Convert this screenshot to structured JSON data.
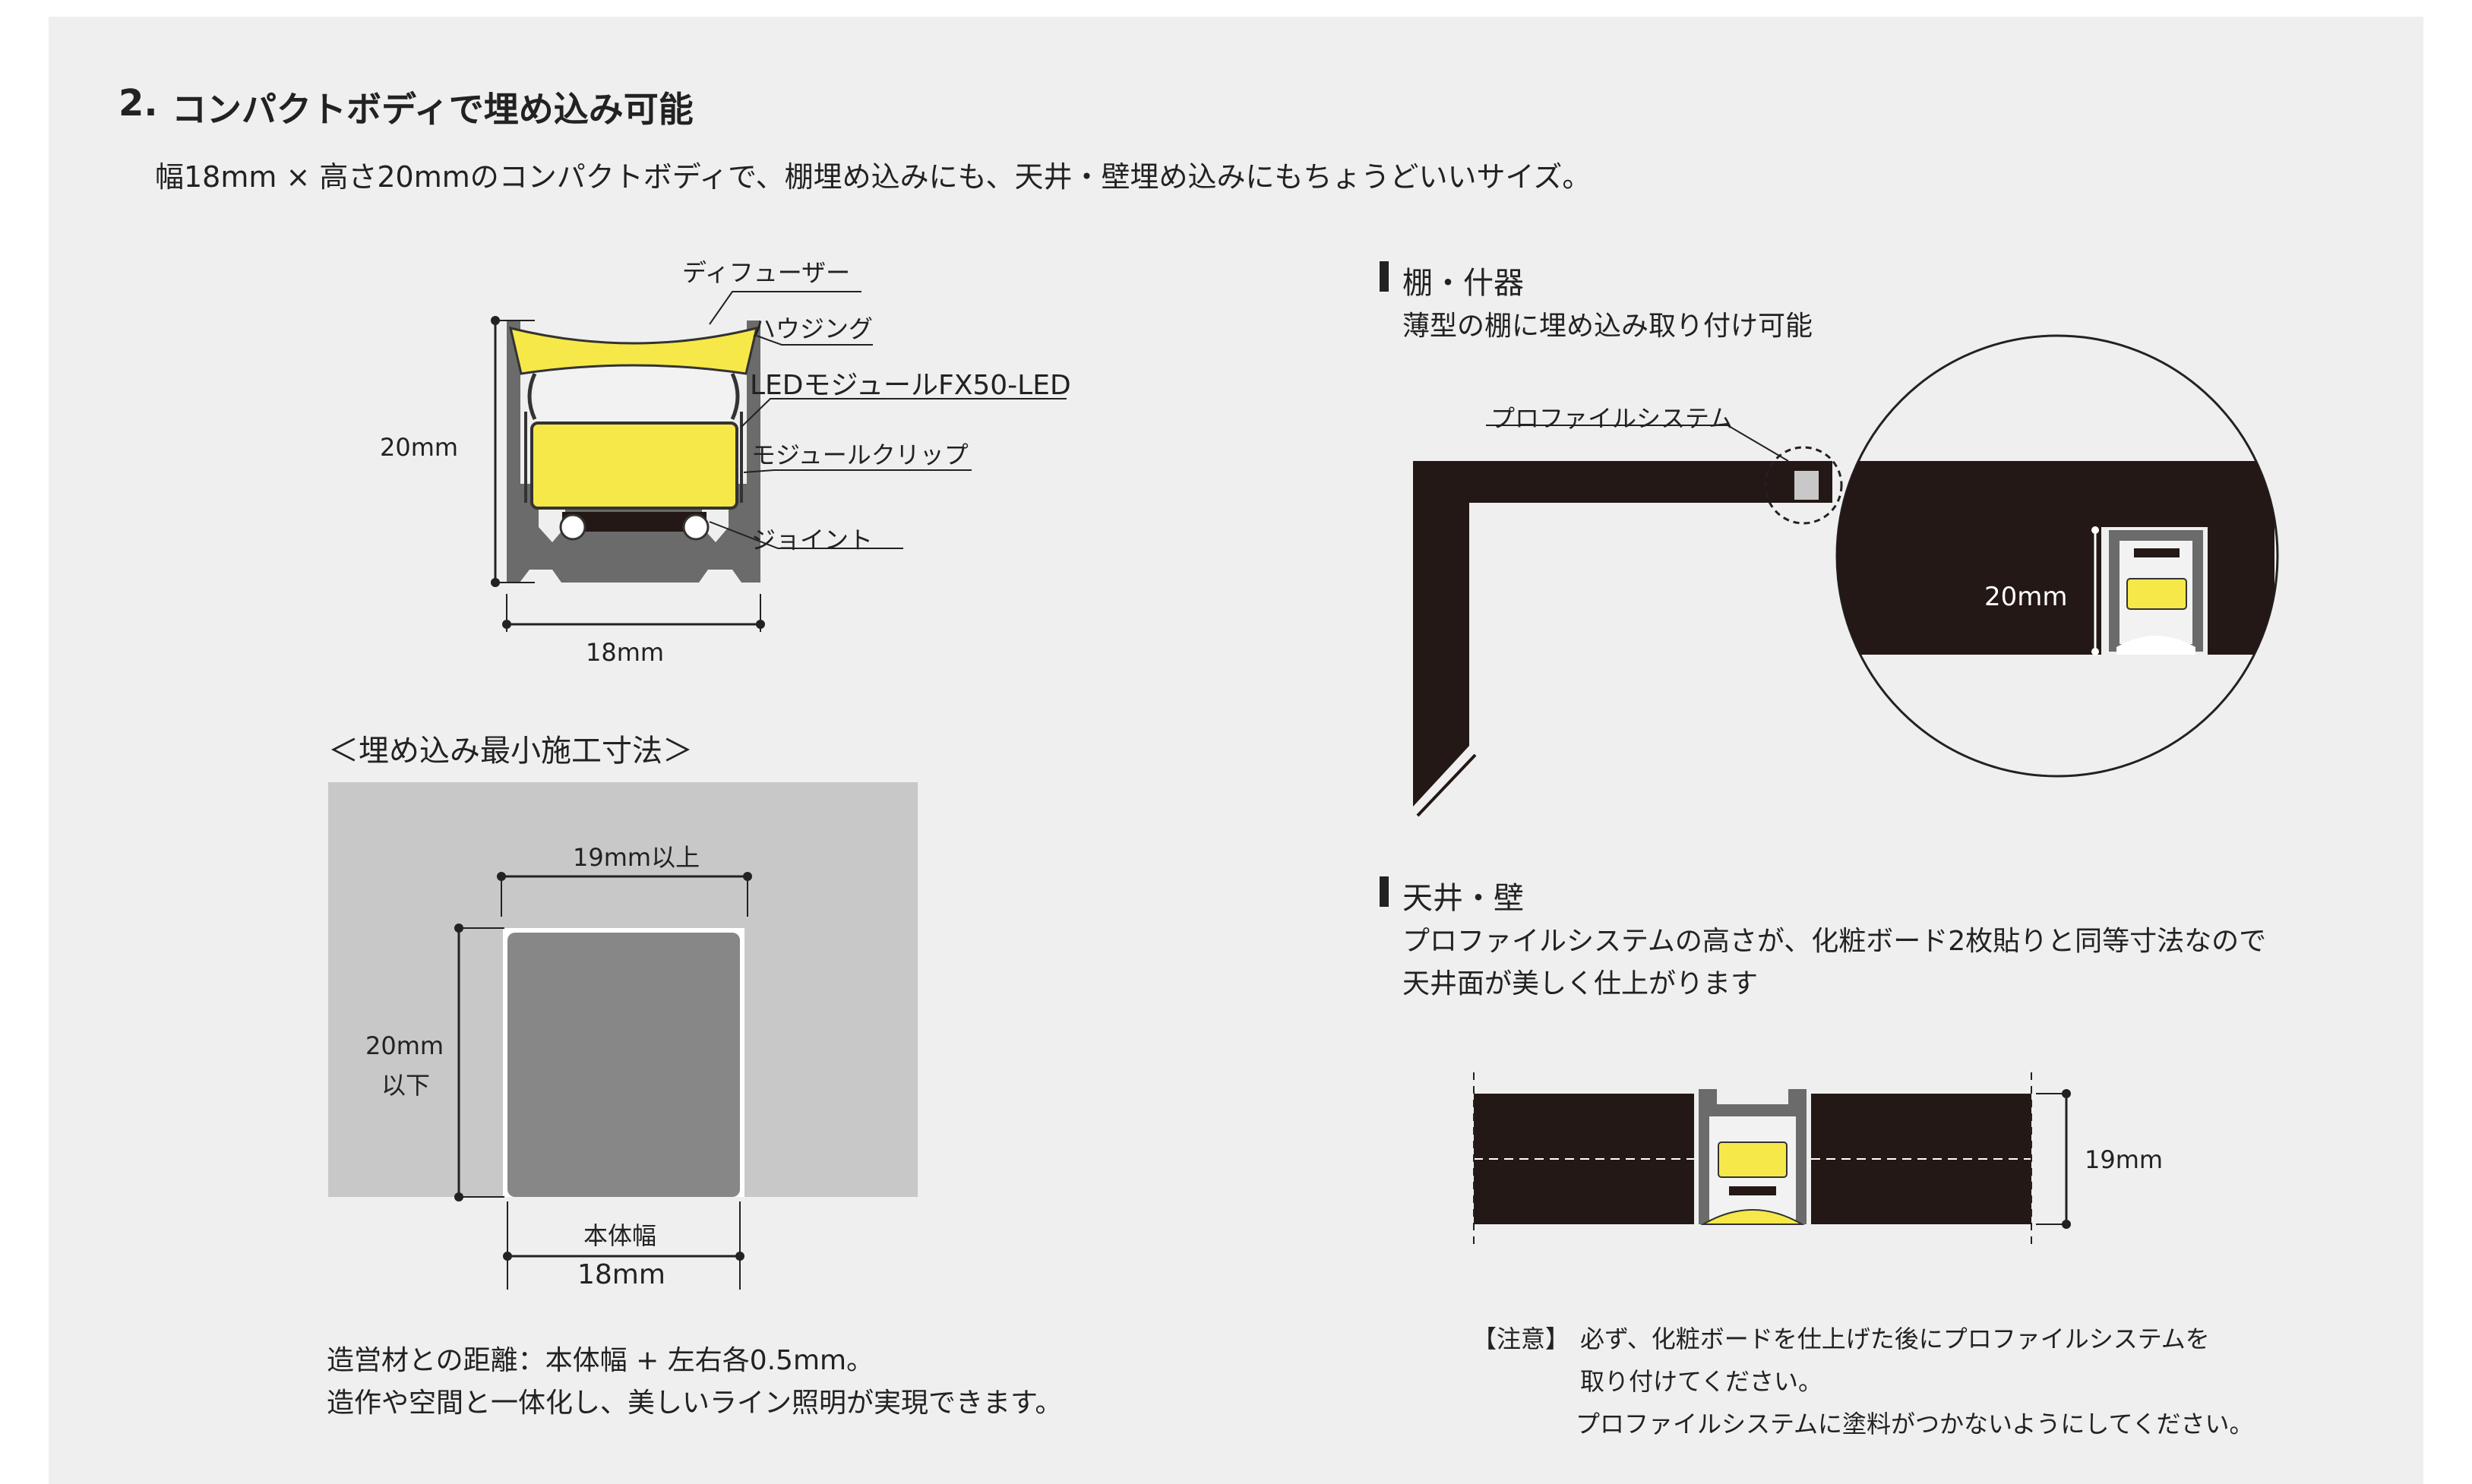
{
  "section": {
    "number": "2.",
    "title": "コンパクトボディで埋め込み可能",
    "intro": "幅18mm × 高さ20mmのコンパクトボディで、棚埋め込みにも、天井・壁埋め込みにもちょうどいいサイズ。"
  },
  "profile_diagram": {
    "labels": {
      "diffuser": "ディフューザー",
      "housing": "ハウジング",
      "led_module": "LEDモジュールFX50-LED",
      "module_clip": "モジュールクリップ",
      "joint": "ジョイント"
    },
    "height": "20mm",
    "width": "18mm"
  },
  "min_install": {
    "title": "＜埋め込み最小施工寸法＞",
    "width_label": "19mm以上",
    "height_label_1": "20mm",
    "height_label_2": "以下",
    "body_width_label": "本体幅",
    "body_width_value": "18mm",
    "note_1": "造営材との距離：本体幅 + 左右各0.5mm。",
    "note_2": "造作や空間と一体化し、美しいライン照明が実現できます。"
  },
  "shelf": {
    "heading": "棚・什器",
    "description": "薄型の棚に埋め込み取り付け可能",
    "system_label": "プロファイルシステム",
    "zoom_height": "20mm"
  },
  "ceiling": {
    "heading": "天井・壁",
    "description_1": "プロファイルシステムの高さが、化粧ボード2枚貼りと同等寸法なので",
    "description_2": "天井面が美しく仕上がります",
    "height": "19mm",
    "caution_label": "【注意】",
    "caution_1": "必ず、化粧ボードを仕上げた後にプロファイルシステムを",
    "caution_2": "取り付けてください。",
    "caution_3": "プロファイルシステムに塗料がつかないようにしてください。"
  },
  "colors": {
    "panel": "#efefef",
    "wall": "#c8c8c9",
    "cutout": "#878787",
    "black": "#231815",
    "housing": "#6b6b6b",
    "led": "#f7e84a"
  }
}
